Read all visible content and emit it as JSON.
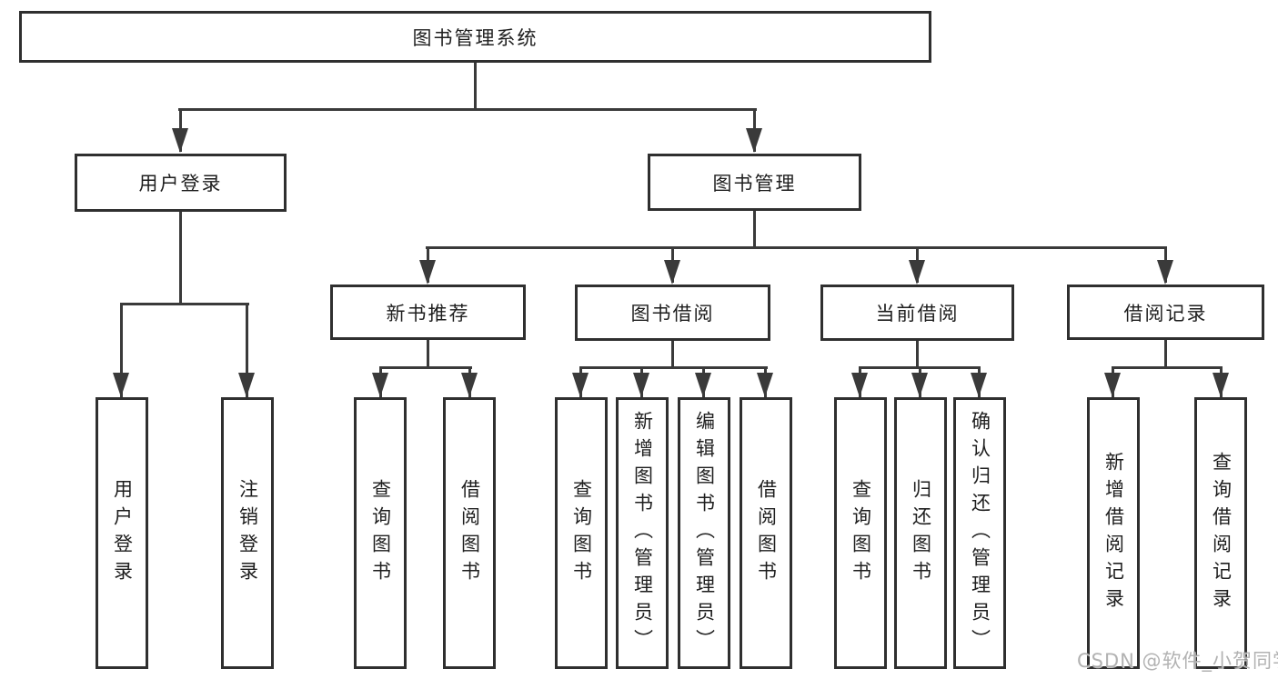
{
  "tree": {
    "root": {
      "label": "图书管理系统"
    },
    "branches": [
      {
        "label": "用户登录",
        "children": [
          {
            "label": "用户登录"
          },
          {
            "label": "注销登录"
          }
        ]
      },
      {
        "label": "图书管理",
        "children": [
          {
            "label": "新书推荐",
            "children": [
              {
                "label": "查询图书"
              },
              {
                "label": "借阅图书"
              }
            ]
          },
          {
            "label": "图书借阅",
            "children": [
              {
                "label": "查询图书"
              },
              {
                "label": "新增图书（管理员）"
              },
              {
                "label": "编辑图书（管理员）"
              },
              {
                "label": "借阅图书"
              }
            ]
          },
          {
            "label": "当前借阅",
            "children": [
              {
                "label": "查询图书"
              },
              {
                "label": "归还图书"
              },
              {
                "label": "确认归还（管理员）"
              }
            ]
          },
          {
            "label": "借阅记录",
            "children": [
              {
                "label": "新增借阅记录"
              },
              {
                "label": "查询借阅记录"
              }
            ]
          }
        ]
      }
    ]
  },
  "watermark": "CSDN @软件_小贺同学",
  "colors": {
    "line": "#3a3a3a",
    "box_border": "#2f2f2f",
    "text": "#1e1e1e",
    "watermark": "#aaaaaa",
    "background": "#ffffff"
  }
}
